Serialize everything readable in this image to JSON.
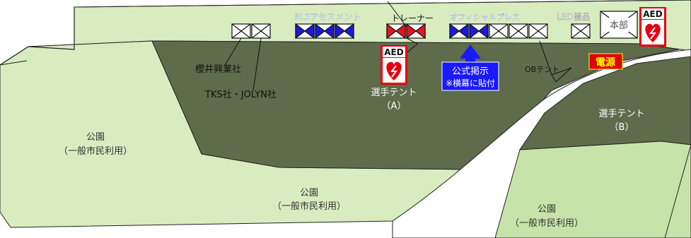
{
  "labels": {
    "bls": "BLSアセスメント",
    "trainer": "トレーナー",
    "official": "オフィシャル",
    "press": "プレス",
    "led": "LED備品",
    "hq": "本部",
    "aed": "AED",
    "power": "電源",
    "sakurai": "櫻井興業社",
    "tks": "TKS社・JOLYN社",
    "player_tent_a_1": "選手テント",
    "player_tent_a_2": "（A）",
    "notice_1": "公式掲示",
    "notice_2": "※横幕に貼付",
    "ob_tent": "OBテント",
    "player_tent_b_1": "選手テント",
    "player_tent_b_2": "（B）",
    "park_left_1": "公園",
    "park_left_2": "（一般市民利用）",
    "park_center_1": "公園",
    "park_center_2": "（一般市民利用）",
    "park_right_1": "公園",
    "park_right_2": "（一般市民利用）"
  },
  "colors": {
    "lawn_light": "#d9ecc0",
    "lawn_mid": "#c7e3a9",
    "area_dark": "#5f6c4c",
    "white": "#ffffff",
    "blue": "#1a1adb",
    "red": "#e8141c",
    "aed_red": "#e60012",
    "notice_blue": "#1a1aff",
    "power_red": "#e00000",
    "power_text": "#ffff00"
  }
}
